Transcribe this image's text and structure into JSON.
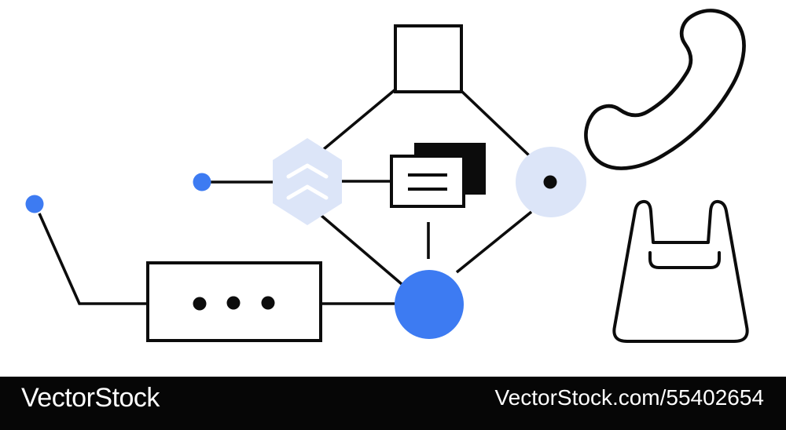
{
  "illustration": {
    "description": "Abstract flowchart illustration: square node, light-blue hexagon with double up-chevrons, layered cards, light-blue circle with center dot, solid blue circle, ellipsis box, two small blue dots, all linked by thin black connector lines; outlined phone handset and shopping bag icons at right",
    "nodes": [
      {
        "name": "square-node",
        "shape": "square",
        "fill": "white",
        "outline": "black"
      },
      {
        "name": "hexagon-node",
        "shape": "hexagon",
        "fill": "light-blue",
        "icon": "double-chevron-up-icon"
      },
      {
        "name": "cards-node",
        "shape": "overlapping-cards",
        "back": "black",
        "front": "white with two text lines"
      },
      {
        "name": "dot-in-circle-node",
        "shape": "circle",
        "fill": "light-blue",
        "center_dot": "black"
      },
      {
        "name": "blue-circle-node",
        "shape": "circle",
        "fill": "accent-blue"
      },
      {
        "name": "ellipsis-box-node",
        "shape": "rectangle",
        "fill": "white",
        "dots": 3
      },
      {
        "name": "blue-dot-left",
        "shape": "small-circle",
        "fill": "accent-blue"
      },
      {
        "name": "blue-dot-mid",
        "shape": "small-circle",
        "fill": "accent-blue"
      }
    ],
    "icons": [
      {
        "name": "phone-icon",
        "style": "black outline handset, rotated 45deg"
      },
      {
        "name": "shopping-bag-icon",
        "style": "black outline bag with two handles and pocket line"
      },
      {
        "name": "double-chevron-up-icon",
        "style": "two white chevrons pointing up"
      }
    ],
    "connector_count": 9
  },
  "colors": {
    "accent_blue": "#3D7BF2",
    "light_blue": "#DCE5F8",
    "outline_black": "#0C0C0C",
    "watermark_bar": "#060606",
    "watermark_text": "#FFFFFF",
    "background": "#FFFFFF"
  },
  "watermark": {
    "brand": "VectorStock",
    "url": "VectorStock.com/55402654"
  }
}
